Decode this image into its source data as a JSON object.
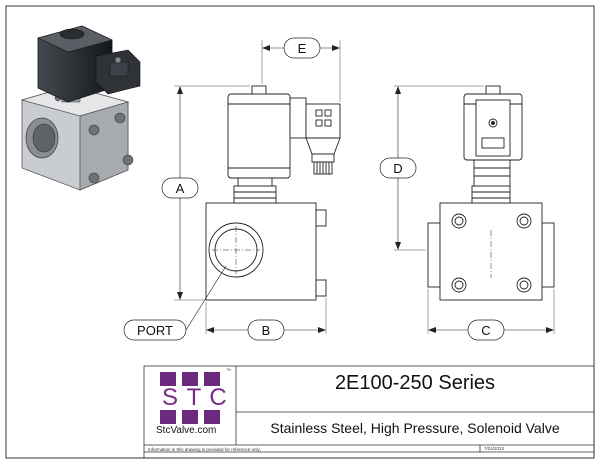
{
  "dimension_labels": {
    "a": "A",
    "b": "B",
    "c": "C",
    "d": "D",
    "e": "E",
    "port": "PORT"
  },
  "title_block": {
    "logo_letters": [
      "S",
      "T",
      "C"
    ],
    "trademark": "™",
    "website": "StcValve.com",
    "series": "2E100-250 Series",
    "description": "Stainless Steel, High Pressure, Solenoid Valve",
    "note": "Information in this drawing is provided for reference only.",
    "date": "7/24/2013"
  },
  "colors": {
    "logo_purple": "#6b2a7e",
    "line": "#222222",
    "metal": "#c8ccd0",
    "coil": "#2a2d31"
  }
}
